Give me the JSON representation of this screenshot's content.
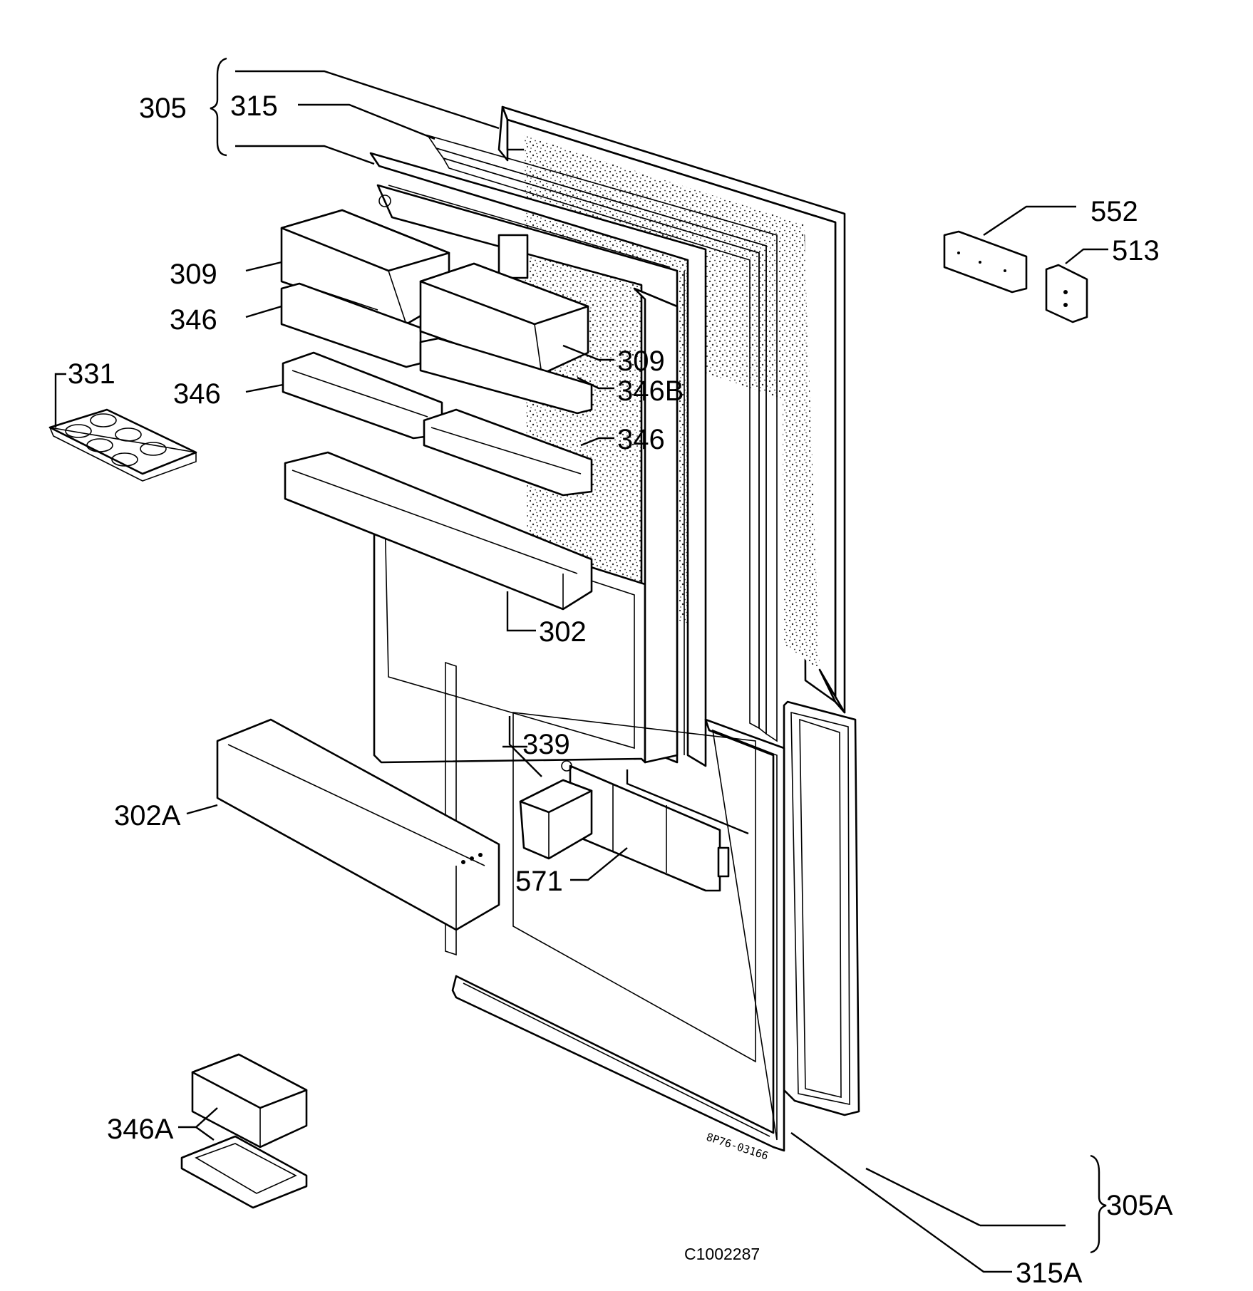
{
  "labels": {
    "l305": "305",
    "l315": "315",
    "l552": "552",
    "l513": "513",
    "l309a": "309",
    "l346a": "346",
    "l331": "331",
    "l346b": "346",
    "l309b": "309",
    "l346B": "346B",
    "l346c": "346",
    "l302": "302",
    "l339": "339",
    "l302A": "302A",
    "l571": "571",
    "l346A": "346A",
    "l305A": "305A",
    "l315A": "315A"
  },
  "stamp": "8P76-03166",
  "caption": "C1002287"
}
